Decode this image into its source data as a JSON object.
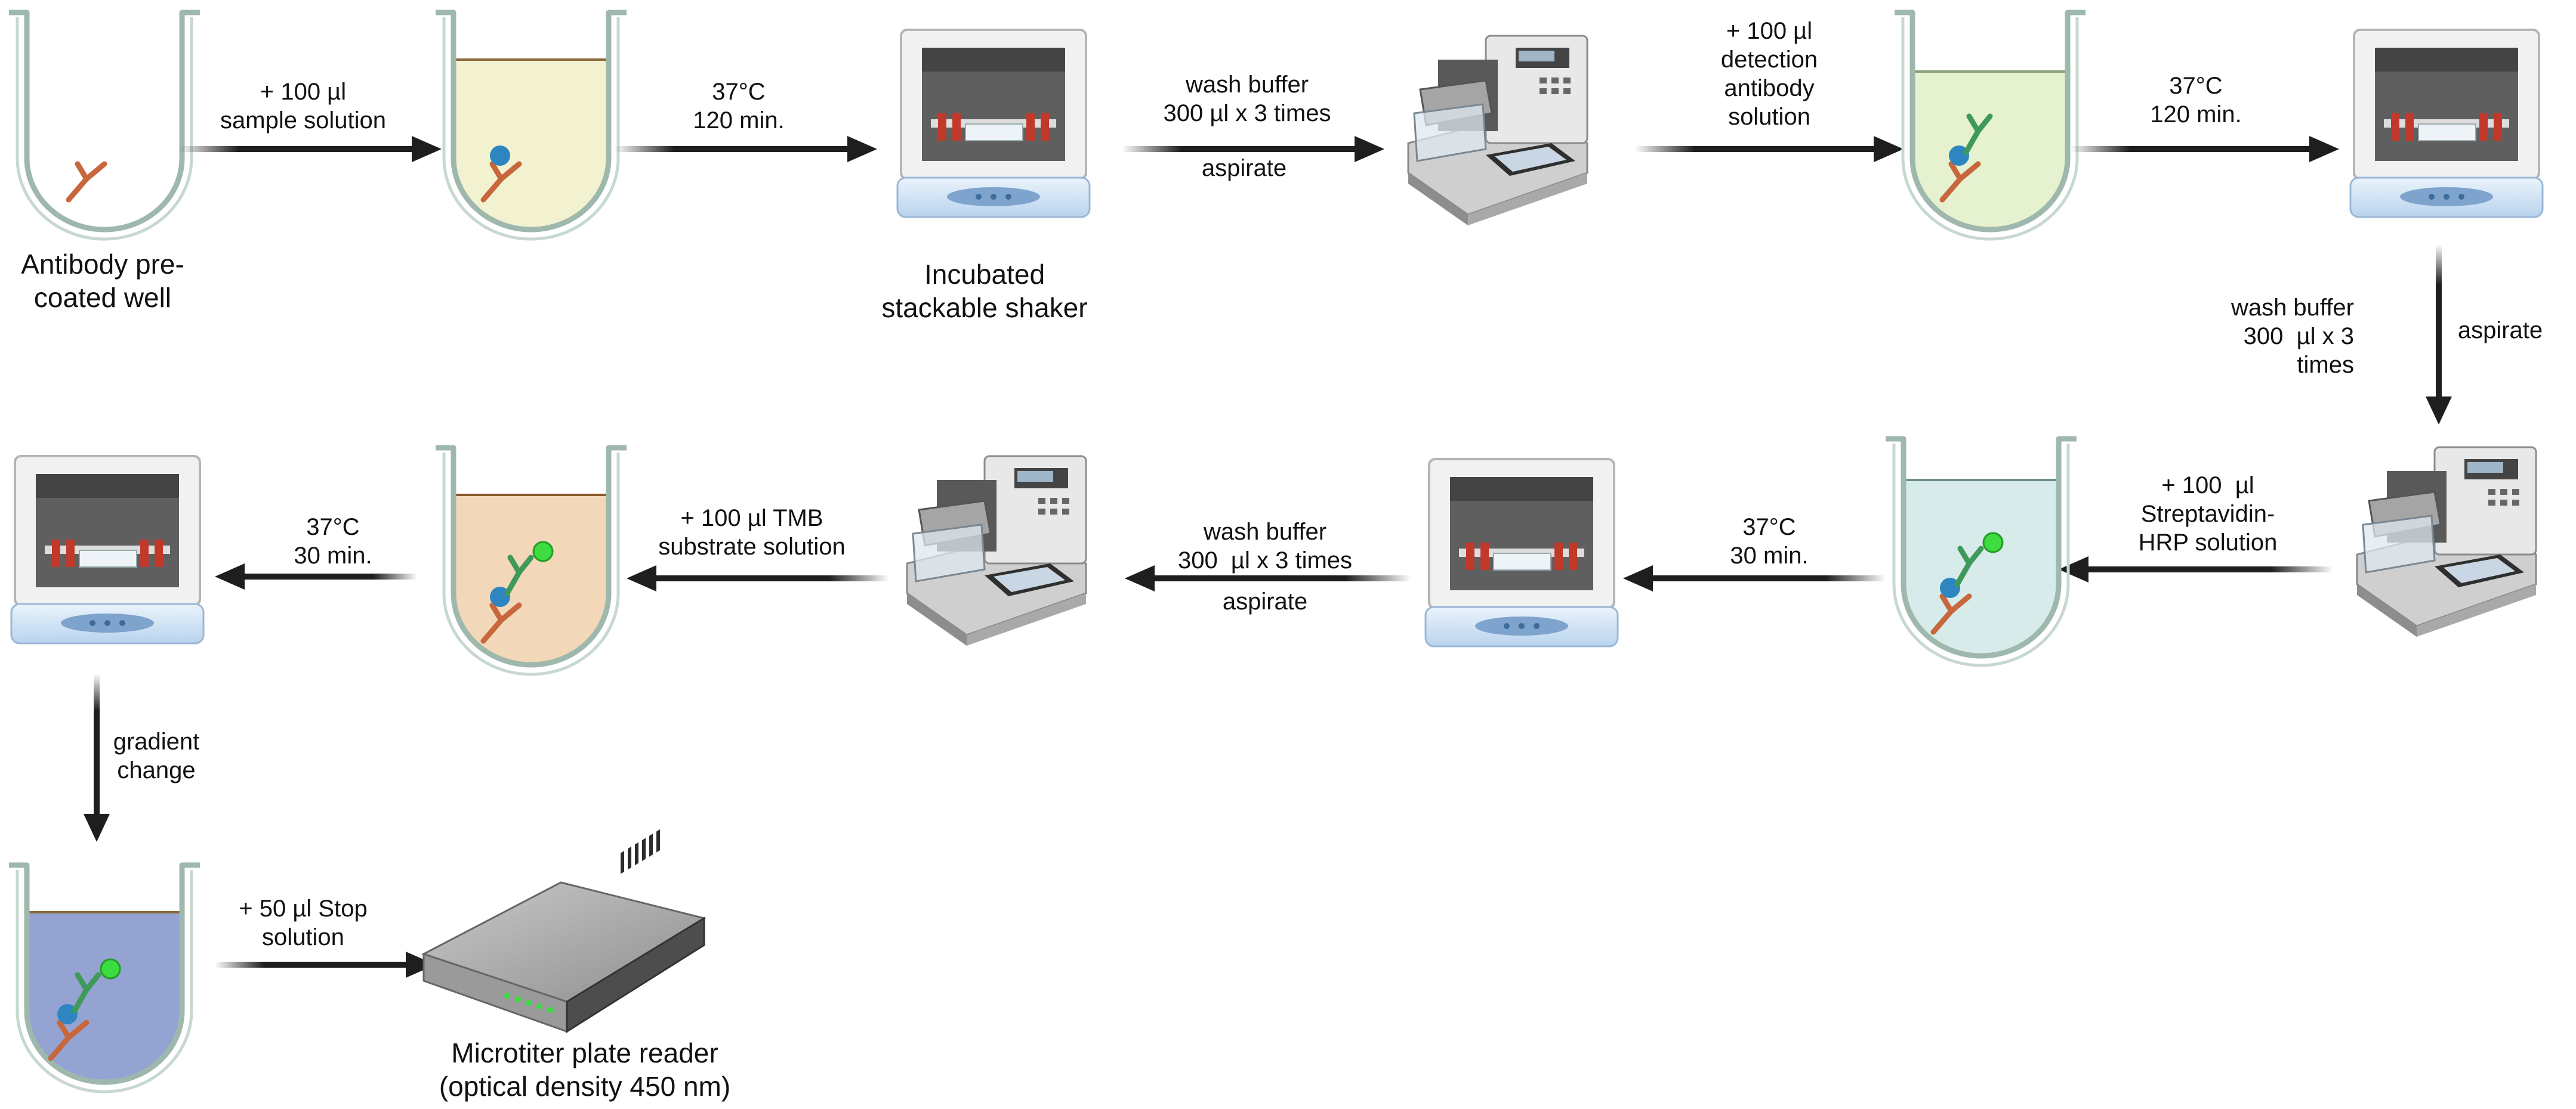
{
  "captions": {
    "coated_well": "Antibody pre-\ncoated well",
    "shaker": "Incubated\nstackable shaker",
    "reader": "Microtiter plate reader\n(optical density 450 nm)"
  },
  "steps": {
    "add_sample": "+ 100 µl\nsample solution",
    "incubate_1": "37°C\n120 min.",
    "wash_1_top": "wash buffer\n300 µl x 3 times",
    "wash_1_bottom": "aspirate",
    "add_detection": "+ 100 µl\ndetection\nantibody\nsolution",
    "incubate_2": "37°C\n120 min.",
    "wash_2_left": "wash buffer\n300  µl x 3\ntimes",
    "wash_2_right": "aspirate",
    "add_strep": "+ 100  µl\nStreptavidin-\nHRP solution",
    "incubate_3": "37°C\n30 min.",
    "wash_3_top": "wash buffer\n300  µl x 3 times",
    "wash_3_bottom": "aspirate",
    "add_tmb": "+ 100 µl TMB\nsubstrate solution",
    "incubate_4": "37°C\n30 min.",
    "color_change": "gradient\nchange",
    "add_stop": "+ 50 µl Stop\nsolution"
  },
  "colors": {
    "arrow": "#1e1e1e",
    "well_outline": "#9fb8ad",
    "liquid_sample": "#f3f2d0",
    "liquid_detection": "#e6f1cf",
    "liquid_strep": "#d7ecea",
    "liquid_tmb": "#f2d7b8",
    "liquid_stop": "#94a3d2",
    "capture_antibody": "#c8663c",
    "detection_antibody": "#3f9a5a",
    "antigen": "#2e86c1",
    "hrp": "#3ddc40"
  },
  "icons": [
    "well-icon",
    "shaker-icon",
    "plate-washer-icon",
    "plate-reader-icon",
    "arrow-icon"
  ]
}
